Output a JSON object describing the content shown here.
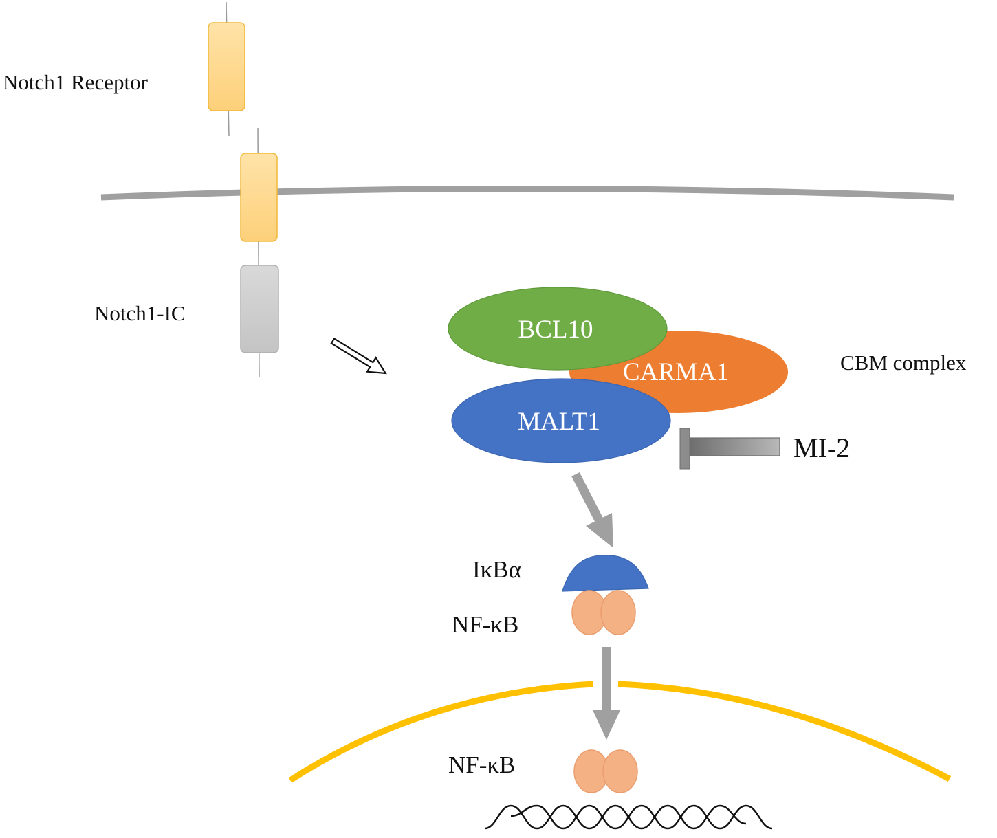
{
  "labels": {
    "notch_receptor": "Notch1 Receptor",
    "notch_ic": "Notch1-IC",
    "cbm_complex": "CBM complex",
    "bcl10": "BCL10",
    "carma1": "CARMA1",
    "malt1": "MALT1",
    "inhibitor": "MI-2",
    "ikba": "IκBα",
    "nfkb_cytoplasm": "NF-κB",
    "nfkb_nucleus": "NF-κB"
  },
  "colors": {
    "receptor_fill": "#FDD68A",
    "receptor_stroke": "#F0B93A",
    "notch_ic_fill": "#CFCFCF",
    "membrane": "#A0A0A0",
    "nuclear_envelope": "#FFC000",
    "bcl10": "#70AD47",
    "carma1": "#ED7D31",
    "malt1": "#4472C4",
    "ikba": "#4472C4",
    "nfkb": "#F4B183",
    "arrow": "#A0A0A0",
    "dna": "#111111"
  }
}
